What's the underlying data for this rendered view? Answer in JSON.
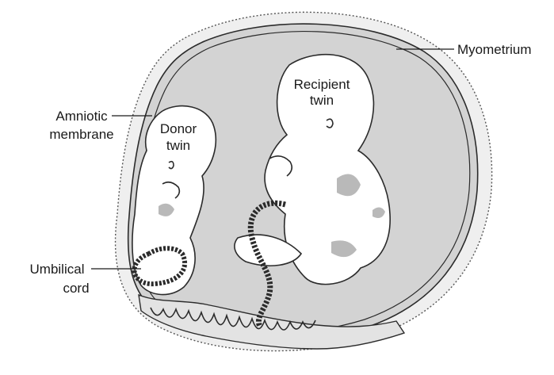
{
  "labels": {
    "myometrium": "Myometrium",
    "recipient_line1": "Recipient",
    "recipient_line2": "twin",
    "amniotic_line1": "Amniotic",
    "amniotic_line2": "membrane",
    "donor_line1": "Donor",
    "donor_line2": "twin",
    "umbilical_line1": "Umbilical",
    "umbilical_line2": "cord"
  },
  "colors": {
    "uterine_cavity": "#d3d3d3",
    "myometrium_wall": "#efefef",
    "outline": "#2b2b2b",
    "fetus_fill": "#ffffff",
    "placenta": "#e3e3e3"
  }
}
